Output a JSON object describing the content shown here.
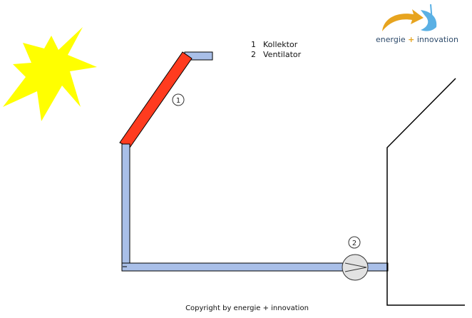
{
  "legend": {
    "items": [
      {
        "number": "1",
        "label": "Kollektor"
      },
      {
        "number": "2",
        "label": "Ventilator"
      }
    ]
  },
  "markers": {
    "collector": "1",
    "fan": "2"
  },
  "logo": {
    "name_part1": "energie",
    "plus": "+",
    "name_part2": "innovation"
  },
  "copyright": "Copyright by energie + innovation",
  "colors": {
    "sun": "#ffff00",
    "collector": "#ff3b1f",
    "duct": "#a9bfe8",
    "fan": "#e2e2e2",
    "outline": "#000000",
    "logo_orange": "#e7a41f",
    "logo_blue": "#5ab0e4"
  },
  "icons": [
    "sun-icon",
    "fan-icon",
    "logo-swirl-icon"
  ]
}
